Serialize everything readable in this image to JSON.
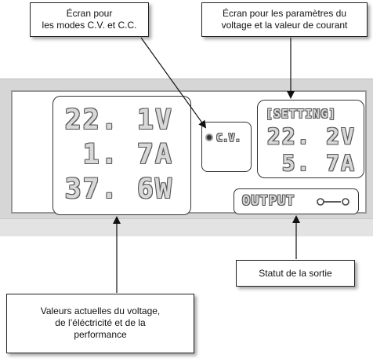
{
  "callouts": {
    "mode_screen": {
      "line1": "Écran pour",
      "line2": "les modes C.V. et C.C."
    },
    "setting_screen": {
      "line1": "Écran pour les paramètres du",
      "line2": "voltage et la valeur de courant"
    },
    "output_status": {
      "line1": "Statut de la sortie"
    },
    "actual_values": {
      "line1": "Valeurs actuelles du voltage,",
      "line2": "de l’éléctricité et de la",
      "line3": "performance"
    }
  },
  "display": {
    "actual": {
      "voltage": "22. 1V",
      "current": "1. 7A",
      "power": "37. 6W"
    },
    "mode": {
      "label": "C.V."
    },
    "setting": {
      "title": "[SETTING]",
      "voltage": "22. 2V",
      "current": "5. 7A"
    },
    "output": {
      "label": "OUTPUT",
      "switch_icon": "switch-open-icon"
    }
  }
}
